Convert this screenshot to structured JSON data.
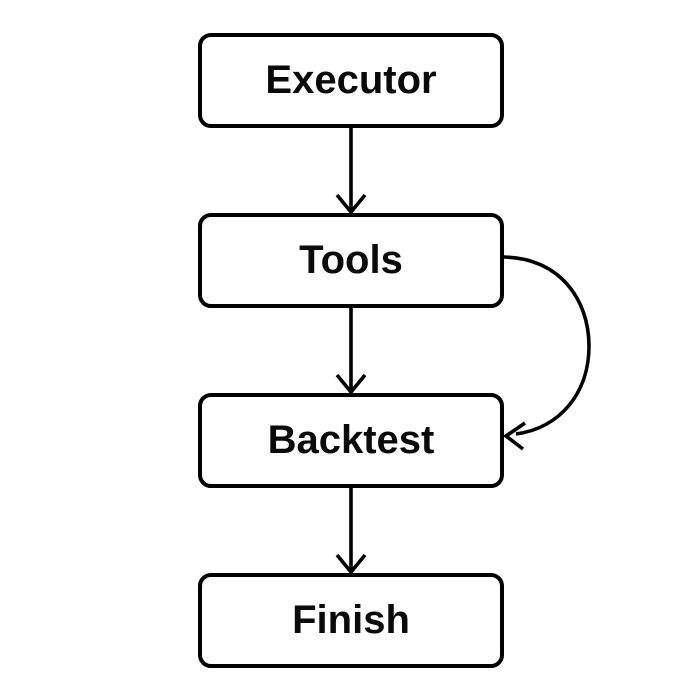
{
  "diagram": {
    "type": "flowchart",
    "direction": "top-down",
    "nodes": [
      {
        "id": "executor",
        "label": "Executor"
      },
      {
        "id": "tools",
        "label": "Tools"
      },
      {
        "id": "backtest",
        "label": "Backtest"
      },
      {
        "id": "finish",
        "label": "Finish"
      }
    ],
    "edges": [
      {
        "from": "executor",
        "to": "tools",
        "style": "straight-down",
        "arrowhead": "open-v"
      },
      {
        "from": "tools",
        "to": "backtest",
        "style": "straight-down",
        "arrowhead": "open-v"
      },
      {
        "from": "tools",
        "to": "backtest",
        "style": "curved-right",
        "arrowhead": "open-v"
      },
      {
        "from": "backtest",
        "to": "finish",
        "style": "straight-down",
        "arrowhead": "open-v"
      }
    ],
    "colors": {
      "background": "#ffffff",
      "node_fill": "#ffffff",
      "node_stroke": "#000000",
      "edge_stroke": "#000000",
      "text": "#0a0a0a"
    }
  }
}
